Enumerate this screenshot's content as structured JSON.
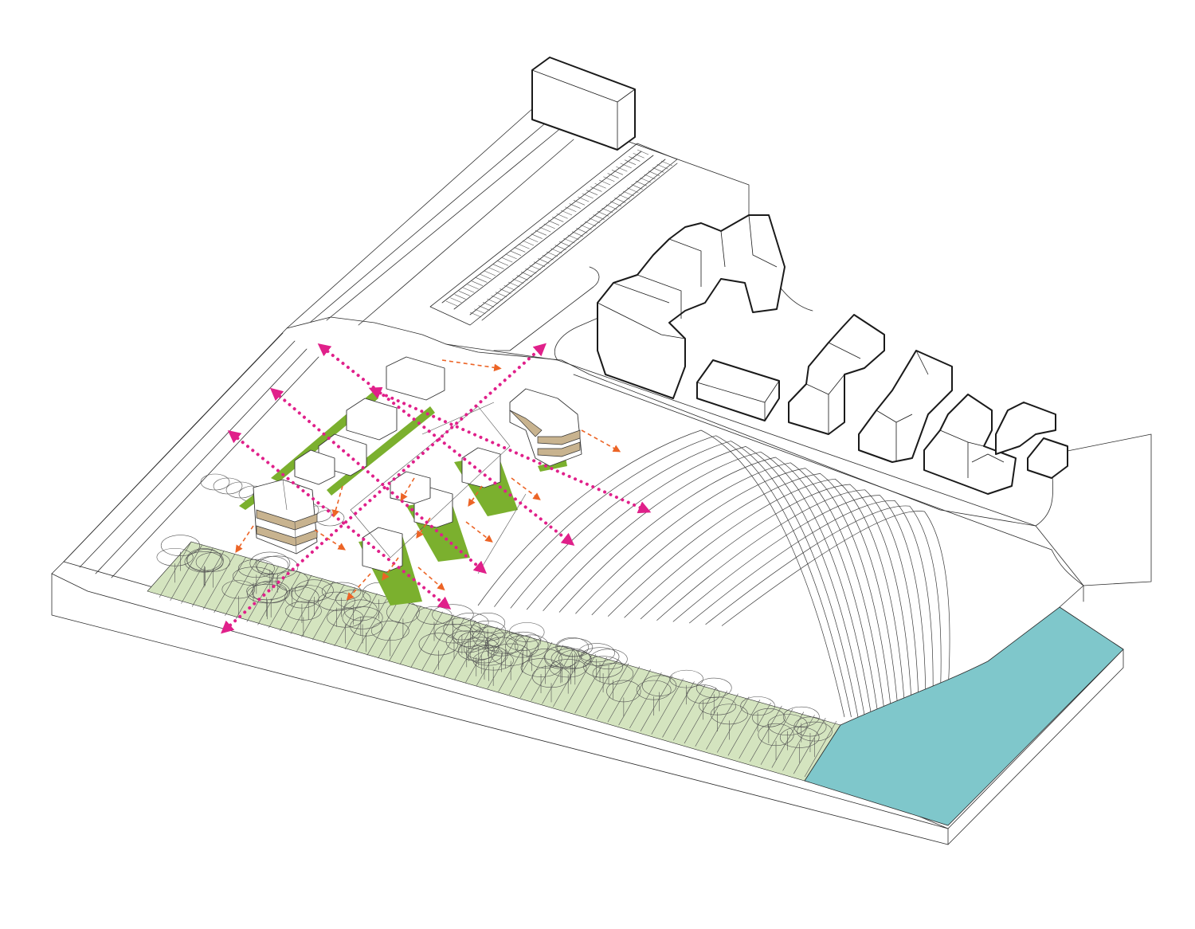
{
  "colors": {
    "water": "#7fc7cb",
    "forest_zone": "#d4e4bf",
    "garden": "#7bb02e",
    "terrace": "#c8b38f",
    "flow_axis": "#e0208a",
    "view_arrow": "#ec6426",
    "line": "#2b2b2b"
  },
  "layers": [
    "site-base",
    "road",
    "parking-lot",
    "existing-buildings",
    "contour-lines",
    "forest-strip",
    "tree-canopy",
    "water-body",
    "proposed-buildings",
    "private-gardens",
    "pedestrian-axes",
    "view-directions"
  ]
}
